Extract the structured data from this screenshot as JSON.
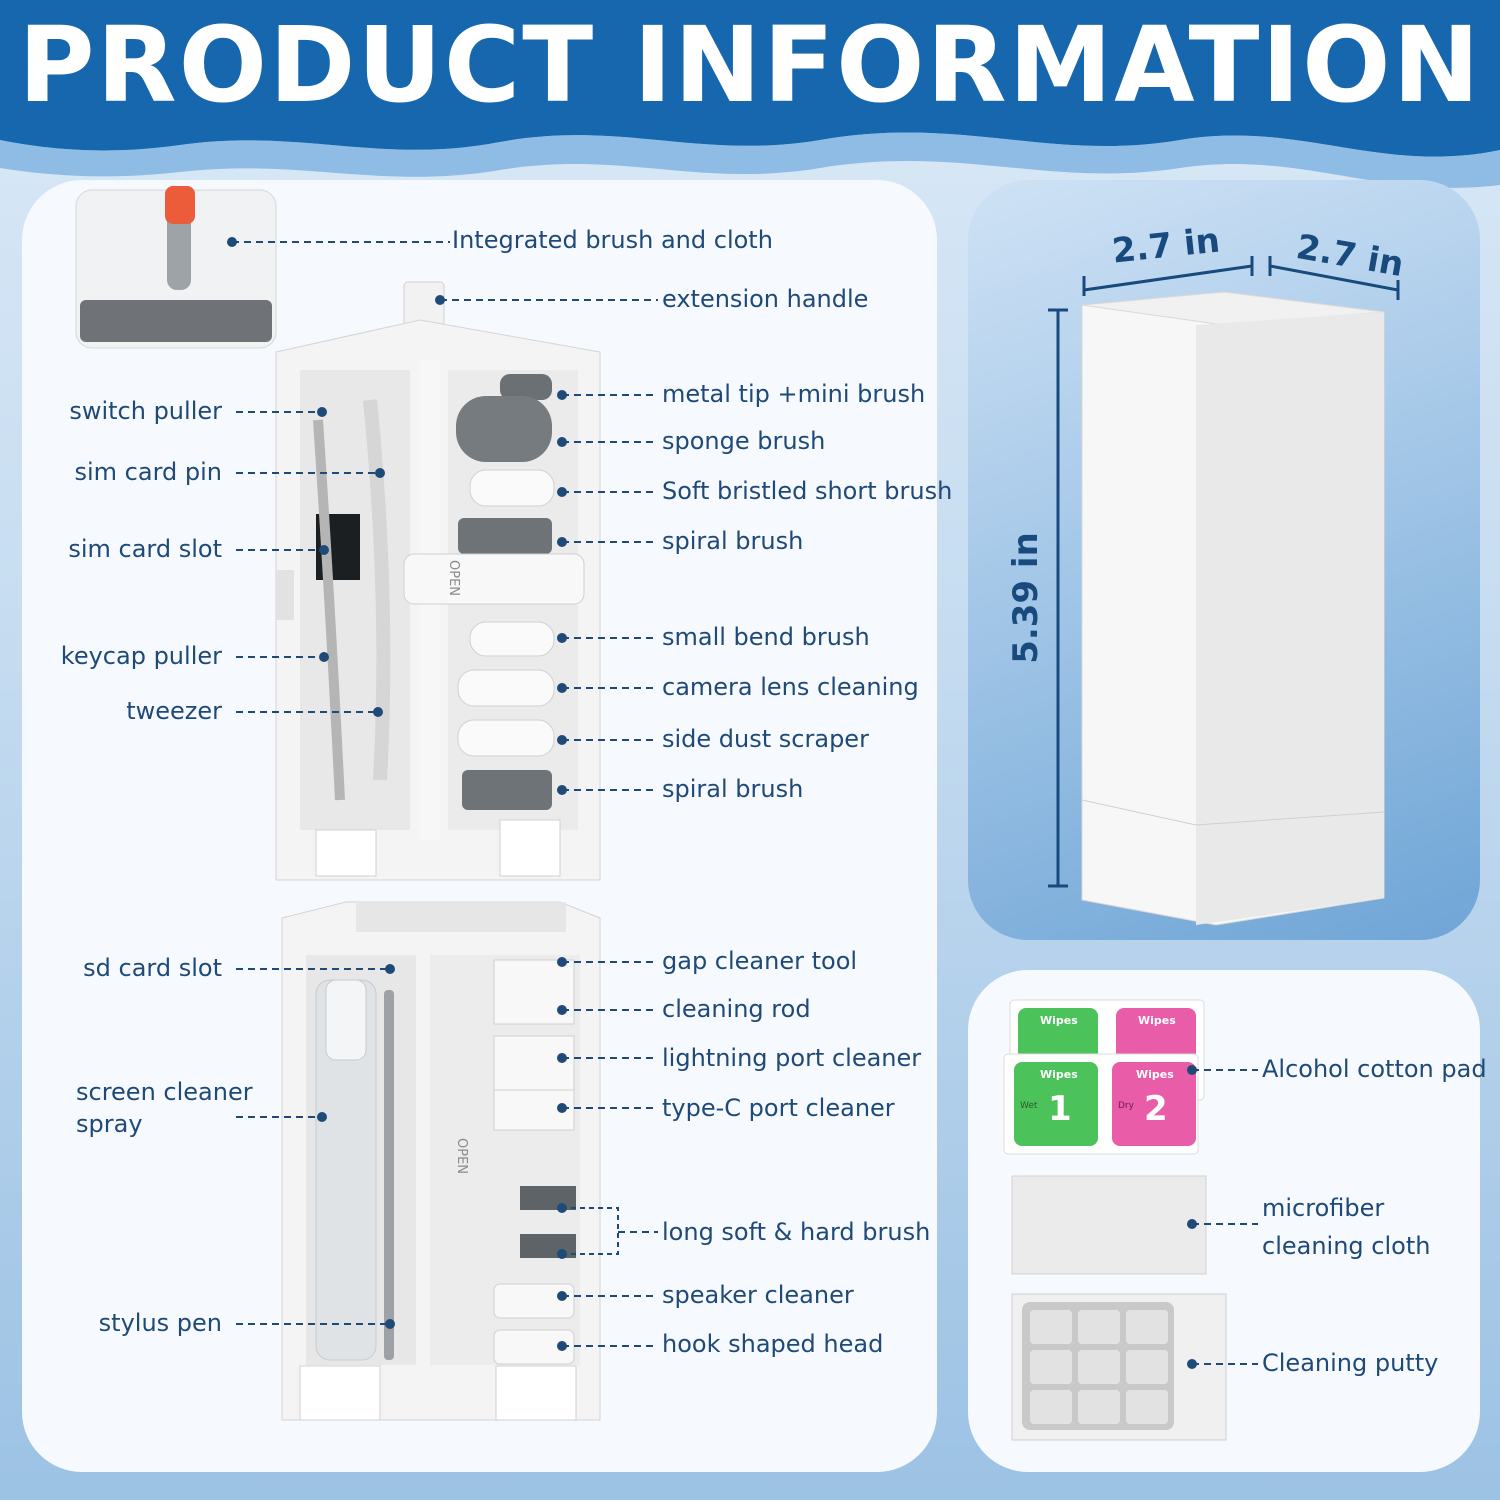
{
  "title": "PRODUCT INFORMATION",
  "colors": {
    "accent": "#1667ae",
    "label": "#1f4a78",
    "leader": "#1f4a78"
  },
  "main_labels": {
    "integrated_brush": "Integrated brush and cloth",
    "extension_handle": "extension handle",
    "metal_tip": "metal tip +mini brush",
    "sponge_brush": "sponge brush",
    "soft_bristled": "Soft bristled short brush",
    "spiral_brush_1": "spiral brush",
    "small_bend": "small bend brush",
    "camera_lens": "camera lens cleaning",
    "side_dust": "side dust scraper",
    "spiral_brush_2": "spiral brush",
    "switch_puller": "switch puller",
    "sim_card_pin": "sim card pin",
    "sim_card_slot": "sim card slot",
    "keycap_puller": "keycap puller",
    "tweezer": "tweezer",
    "sd_card_slot": "sd card slot",
    "screen_cleaner_1": "screen cleaner",
    "screen_cleaner_2": "spray",
    "stylus_pen": "stylus pen",
    "gap_cleaner": "gap cleaner tool",
    "cleaning_rod": "cleaning rod",
    "lightning_port": "lightning port cleaner",
    "typec_port": "type-C port cleaner",
    "long_brush": "long soft & hard brush",
    "speaker_cleaner": "speaker cleaner",
    "hook_head": "hook shaped head",
    "open_label": "OPEN"
  },
  "dimensions": {
    "width": "2.7 in",
    "depth": "2.7 in",
    "height": "5.39 in"
  },
  "accessories": {
    "alcohol_pad": "Alcohol cotton pad",
    "microfiber_1": "microfiber",
    "microfiber_2": "cleaning cloth",
    "putty": "Cleaning putty",
    "wipes": "Wipes",
    "wet": "Wet",
    "dry": "Dry",
    "num_1": "1",
    "num_2": "2"
  }
}
